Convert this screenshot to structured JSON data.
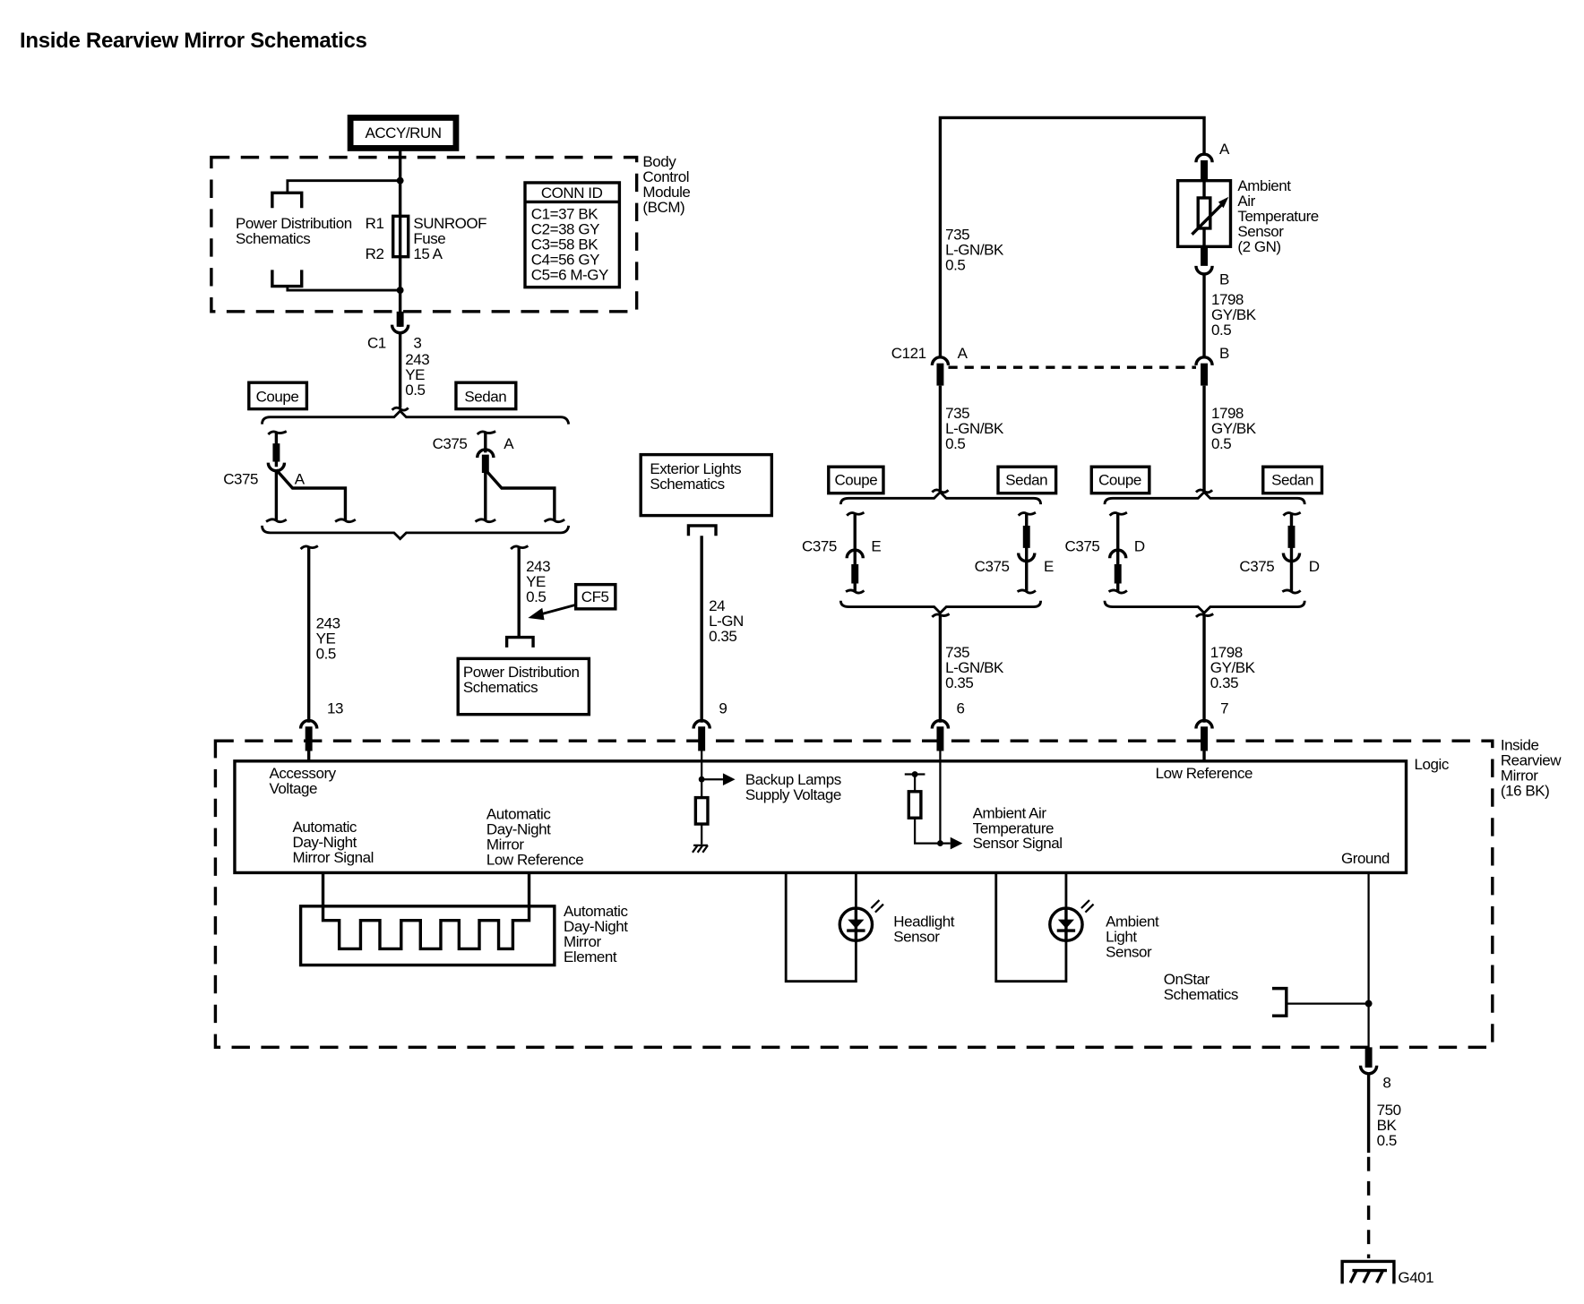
{
  "title": "Inside Rearview Mirror Schematics",
  "power_source": {
    "label": "ACCY/RUN"
  },
  "bcm": {
    "name_lines": [
      "Body",
      "Control",
      "Module",
      "(BCM)"
    ],
    "power_dist_lines": [
      "Power Distribution",
      "Schematics"
    ],
    "fuse": {
      "r1": "R1",
      "r2": "R2",
      "lines": [
        "SUNROOF",
        "Fuse",
        "15 A"
      ]
    },
    "conn_id": {
      "header": "CONN ID",
      "rows": [
        "C1=37 BK",
        "C2=38 GY",
        "C3=58 BK",
        "C4=56 GY",
        "C5=6 M-GY"
      ]
    }
  },
  "c1": {
    "connector": "C1",
    "pin": "3",
    "wire": [
      "243",
      "YE",
      "0.5"
    ]
  },
  "variants": {
    "coupe": "Coupe",
    "sedan": "Sedan"
  },
  "c375_left": {
    "coupe_connector": "C375",
    "coupe_pin": "A",
    "sedan_connector": "C375",
    "sedan_pin": "A"
  },
  "wire_243_left": [
    "243",
    "YE",
    "0.5"
  ],
  "wire_243_right": [
    "243",
    "YE",
    "0.5"
  ],
  "cf5": {
    "label": "CF5"
  },
  "power_dist_box": [
    "Power Distribution",
    "Schematics"
  ],
  "exterior_lights": {
    "lines": [
      "Exterior Lights",
      "Schematics"
    ],
    "wire": [
      "24",
      "L-GN",
      "0.35"
    ]
  },
  "aat_sensor": {
    "name_lines": [
      "Ambient",
      "Air",
      "Temperature",
      "Sensor",
      "(2 GN)"
    ],
    "pin_a": "A",
    "pin_b": "B",
    "wire_735_top": [
      "735",
      "L-GN/BK",
      "0.5"
    ],
    "wire_1798_top": [
      "1798",
      "GY/BK",
      "0.5"
    ]
  },
  "c121": {
    "connector": "C121",
    "pin_a": "A",
    "pin_b": "B"
  },
  "wire_735_mid": [
    "735",
    "L-GN/BK",
    "0.5"
  ],
  "wire_1798_mid": [
    "1798",
    "GY/BK",
    "0.5"
  ],
  "c375_right": {
    "e_coupe": {
      "connector": "C375",
      "pin": "E"
    },
    "e_sedan": {
      "connector": "C375",
      "pin": "E"
    },
    "d_coupe": {
      "connector": "C375",
      "pin": "D"
    },
    "d_sedan": {
      "connector": "C375",
      "pin": "D"
    }
  },
  "wire_735_low": [
    "735",
    "L-GN/BK",
    "0.35"
  ],
  "wire_1798_low": [
    "1798",
    "GY/BK",
    "0.35"
  ],
  "mirror": {
    "name_lines": [
      "Inside",
      "Rearview",
      "Mirror",
      "(16 BK)"
    ],
    "pins": {
      "accessory": "13",
      "backup": "9",
      "aat": "6",
      "lowref": "7",
      "ground": "8"
    },
    "logic_label": "Logic",
    "accessory_voltage": [
      "Accessory",
      "Voltage"
    ],
    "adn_signal": [
      "Automatic",
      "Day-Night",
      "Mirror Signal"
    ],
    "adn_lowref": [
      "Automatic",
      "Day-Night",
      "Mirror",
      "Low Reference"
    ],
    "backup_lamps": [
      "Backup Lamps",
      "Supply Voltage"
    ],
    "aat_signal": [
      "Ambient Air",
      "Temperature",
      "Sensor Signal"
    ],
    "low_reference": "Low Reference",
    "ground_label": "Ground",
    "adn_element": [
      "Automatic",
      "Day-Night",
      "Mirror",
      "Element"
    ],
    "headlight_sensor": [
      "Headlight",
      "Sensor"
    ],
    "ambient_light_sensor": [
      "Ambient",
      "Light",
      "Sensor"
    ],
    "onstar": [
      "OnStar",
      "Schematics"
    ]
  },
  "ground_wire": [
    "750",
    "BK",
    "0.5"
  ],
  "ground_point": "G401"
}
